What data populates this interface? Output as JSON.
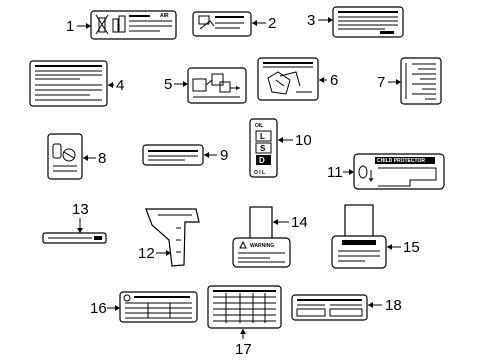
{
  "callouts": [
    {
      "id": "callout-1",
      "label": "1"
    },
    {
      "id": "callout-2",
      "label": "2"
    },
    {
      "id": "callout-3",
      "label": "3"
    },
    {
      "id": "callout-4",
      "label": "4"
    },
    {
      "id": "callout-5",
      "label": "5"
    },
    {
      "id": "callout-6",
      "label": "6"
    },
    {
      "id": "callout-7",
      "label": "7"
    },
    {
      "id": "callout-8",
      "label": "8"
    },
    {
      "id": "callout-9",
      "label": "9"
    },
    {
      "id": "callout-10",
      "label": "10"
    },
    {
      "id": "callout-11",
      "label": "11"
    },
    {
      "id": "callout-12",
      "label": "12"
    },
    {
      "id": "callout-13",
      "label": "13"
    },
    {
      "id": "callout-14",
      "label": "14"
    },
    {
      "id": "callout-15",
      "label": "15"
    },
    {
      "id": "callout-16",
      "label": "16"
    },
    {
      "id": "callout-17",
      "label": "17"
    },
    {
      "id": "callout-18",
      "label": "18"
    }
  ],
  "label_texts": {
    "oil_top": "OIL",
    "oil_letters": [
      "L",
      "S",
      "D"
    ],
    "oil_bottom": "O I L",
    "child_protector": "CHILD PROTECTOR",
    "warning": "WARNING",
    "air_bag_mark": "AIR"
  }
}
